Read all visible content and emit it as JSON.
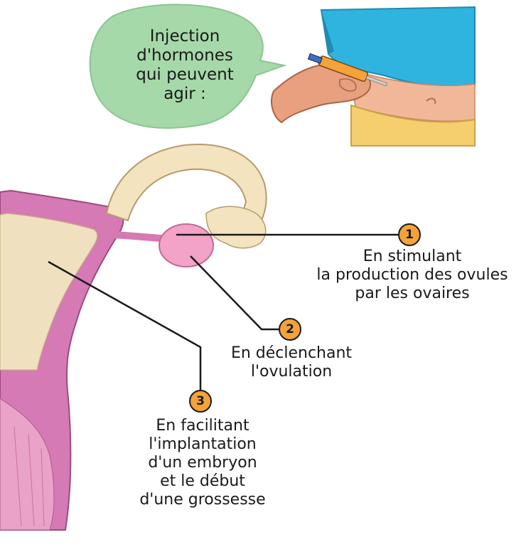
{
  "bubble": {
    "lines": [
      "Injection",
      "d'hormones",
      "qui peuvent",
      "agir :"
    ]
  },
  "callouts": [
    {
      "number": "1",
      "lines": [
        "En stimulant",
        "la production des ovules",
        "par les ovaires"
      ]
    },
    {
      "number": "2",
      "lines": [
        "En déclenchant",
        "l'ovulation"
      ]
    },
    {
      "number": "3",
      "lines": [
        "En facilitant",
        "l'implantation",
        "d'un embryon",
        "et le début",
        "d'une grossesse"
      ]
    }
  ],
  "colors": {
    "bubble_fill": "#a6d9a9",
    "badge": "#f4a23a",
    "shirt": "#2fb4e0",
    "skin": "#e8a07e",
    "uterus": "#d57ab4",
    "ovary": "#f2a3c6",
    "tube": "#f3e3bf"
  },
  "icons": [
    "speech-bubble",
    "syringe-illustration",
    "uterus-illustration"
  ]
}
